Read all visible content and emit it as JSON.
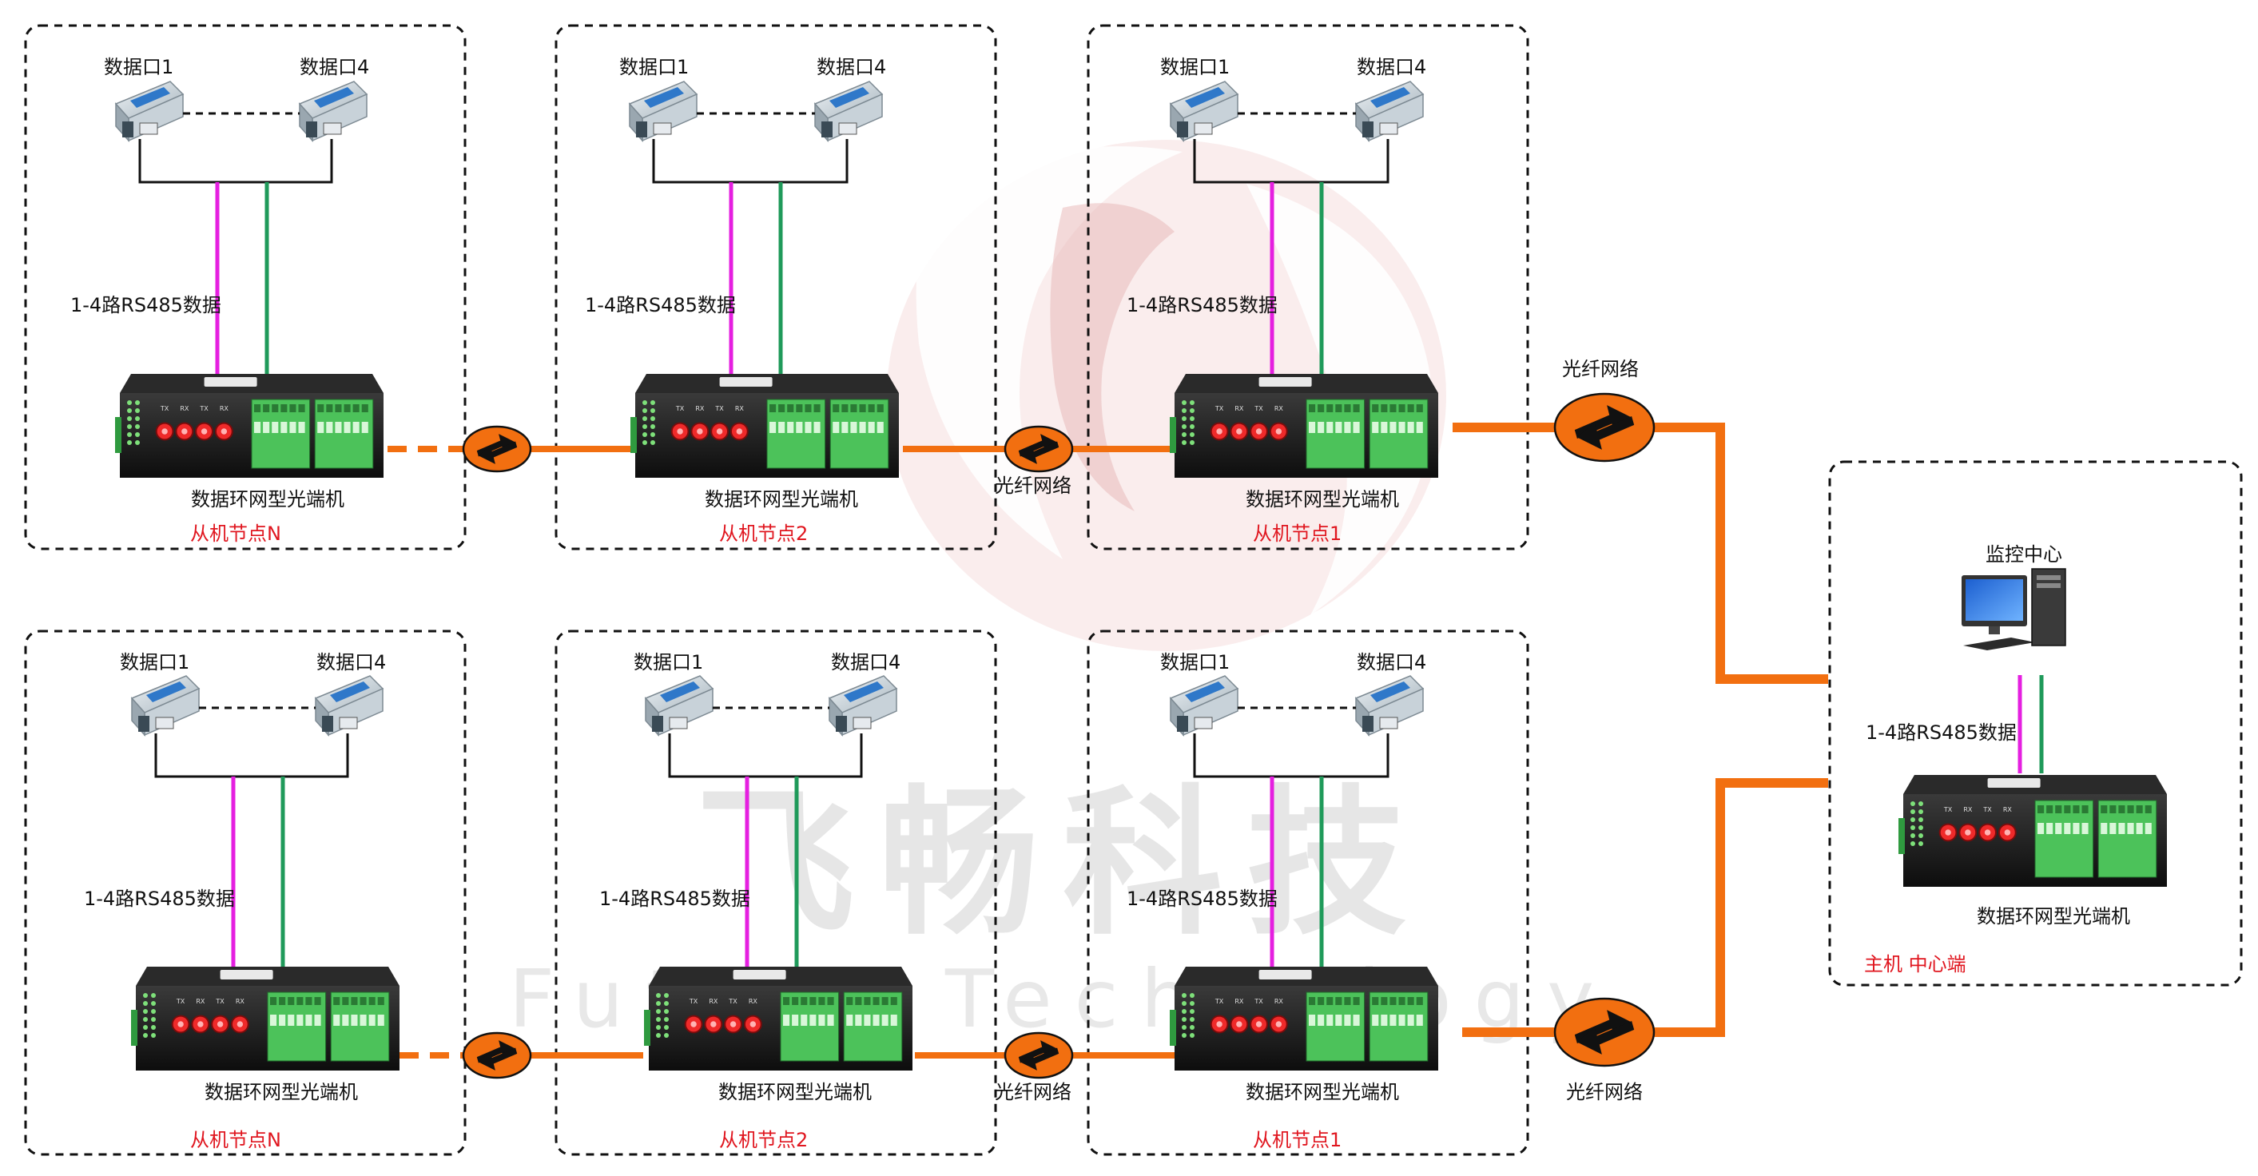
{
  "watermark": {
    "chinese": "飞畅科技",
    "english": "Future Technology"
  },
  "labels": {
    "data_port_1": "数据口1",
    "data_port_4": "数据口4",
    "rs485_data": "1-4路RS485数据",
    "device_name": "数据环网型光端机",
    "fiber_network": "光纤网络",
    "monitor_center": "监控中心",
    "master_center": "主机 中心端"
  },
  "nodes": {
    "top": [
      "从机节点N",
      "从机节点2",
      "从机节点1"
    ],
    "bottom": [
      "从机节点N",
      "从机节点2",
      "从机节点1"
    ]
  },
  "colors": {
    "fiber": "#f26f10",
    "magenta_line": "#e51fe0",
    "green_line": "#1f9a5a",
    "node_label": "#e0161f",
    "port_led": "#ef2a2a",
    "terminal_green": "#4cc25a",
    "watermark_red": "#e8b5b5",
    "watermark_gray": "#d2d2d2"
  },
  "device_ports": [
    "TX",
    "RX",
    "TX",
    "RX"
  ]
}
